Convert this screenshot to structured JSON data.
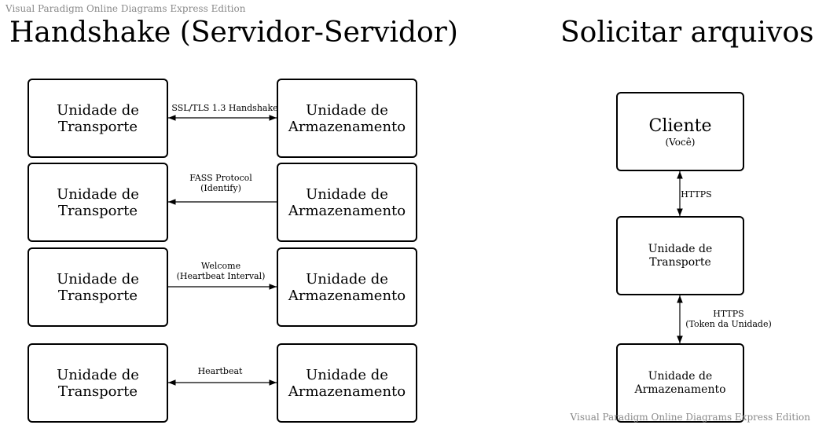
{
  "watermark": "Visual Paradigm Online Diagrams Express Edition",
  "left": {
    "title": "Handshake (Servidor-Servidor)",
    "rows": [
      {
        "source": "Unidade de\nTransporte",
        "target": "Unidade de\nArmazenamento",
        "message": "SSL/TLS 1.3 Handshake",
        "direction": "both"
      },
      {
        "source": "Unidade de\nTransporte",
        "target": "Unidade de\nArmazenamento",
        "message": "FASS Protocol\n(Identify)",
        "direction": "to-left"
      },
      {
        "source": "Unidade de\nTransporte",
        "target": "Unidade de\nArmazenamento",
        "message": "Welcome\n(Heartbeat Interval)",
        "direction": "to-right"
      },
      {
        "source": "Unidade de\nTransporte",
        "target": "Unidade de\nArmazenamento",
        "message": "Heartbeat",
        "direction": "both"
      }
    ]
  },
  "right": {
    "title": "Solicitar arquivos",
    "client": {
      "label": "Cliente",
      "sub": "(Você)"
    },
    "transport": {
      "label": "Unidade de Transporte"
    },
    "storage": {
      "label": "Unidade de\nArmazenamento"
    },
    "edge1": "HTTPS",
    "edge2": "HTTPS\n(Token da Unidade)"
  }
}
